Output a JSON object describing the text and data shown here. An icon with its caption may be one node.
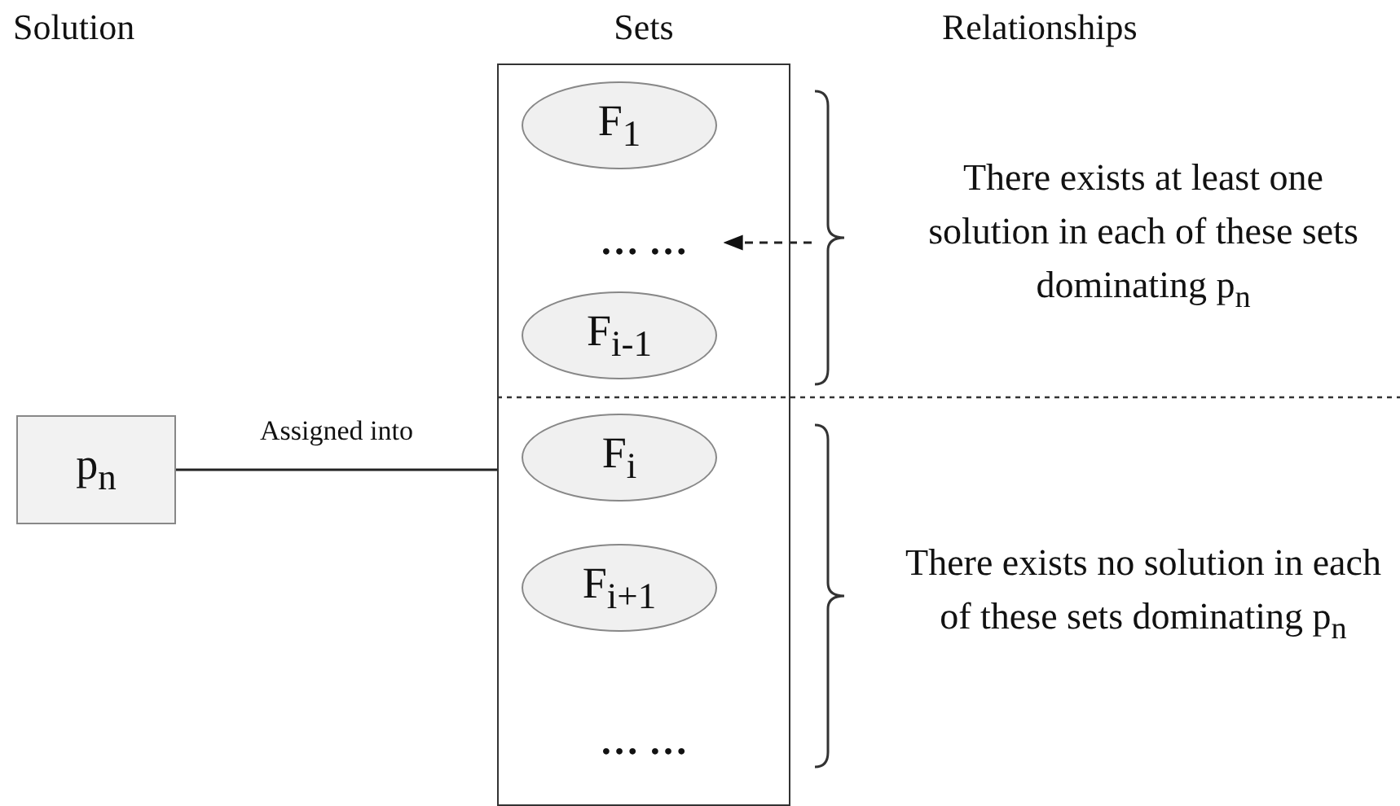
{
  "diagram": {
    "nodes": [
      {
        "text": [
          "p$_{n}$"
        ]
      },
      {
        "text": [
          "Sets"
        ]
      },
      {
        "text": [
          "F$_{1}$"
        ],
        "in": 1
      },
      {
        "text": [
          "… …"
        ],
        "in": 1
      },
      {
        "text": [
          "F$_{i-1}$"
        ],
        "in": 1
      },
      {
        "text": [
          "F$_{i}$"
        ],
        "in": 1
      },
      {
        "text": [
          "F$_{i+1}$"
        ],
        "in": 1
      },
      {
        "text": [
          "… …"
        ],
        "in": 1
      },
      {
        "text": [
          "There exists at least one solution in each of these sets dominating p$_{n}$"
        ]
      },
      {
        "text": [
          "There exists no solution in each of these sets dominating p$_{n}$"
        ]
      }
    ],
    "edges": [
      {
        "from": 0,
        "to": 1,
        "arrow": "none",
        "label": "Assigned into"
      },
      {
        "from": 8,
        "to": 3,
        "arrow": "to",
        "style": "dashed"
      }
    ],
    "labels": [
      "Solution",
      "Relationships"
    ]
  }
}
